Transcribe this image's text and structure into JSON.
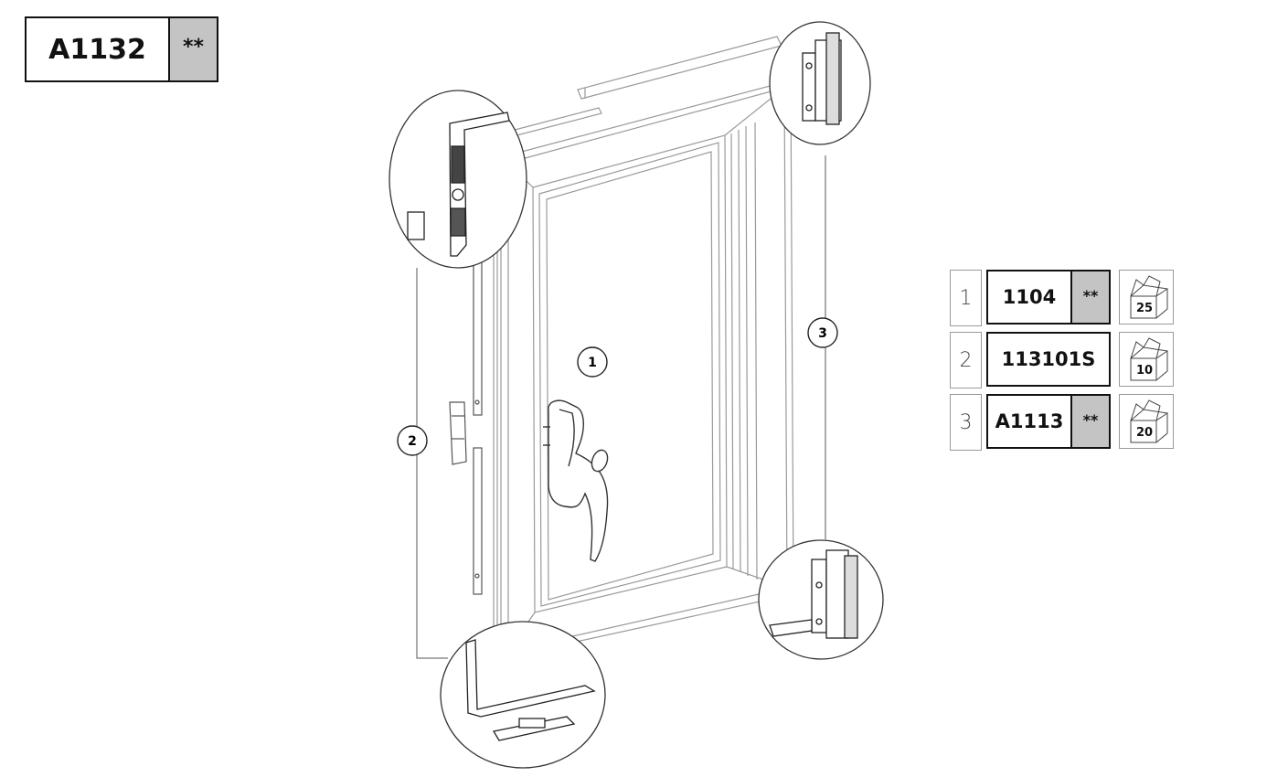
{
  "header": {
    "code": "A1132",
    "stars": "**"
  },
  "callouts": [
    {
      "number": "1"
    },
    {
      "number": "2"
    },
    {
      "number": "3"
    }
  ],
  "legend": [
    {
      "index": "1",
      "code": "1104",
      "stars": "**",
      "box_qty": "25"
    },
    {
      "index": "2",
      "code": "113101S",
      "stars": "",
      "box_qty": "10"
    },
    {
      "index": "3",
      "code": "A1113",
      "stars": "**",
      "box_qty": "20"
    }
  ],
  "colors": {
    "line": "#2a2a2a",
    "frame": "#9a9a9a",
    "shade": "#c4c4c4"
  },
  "icons": {
    "package": "box-icon"
  }
}
